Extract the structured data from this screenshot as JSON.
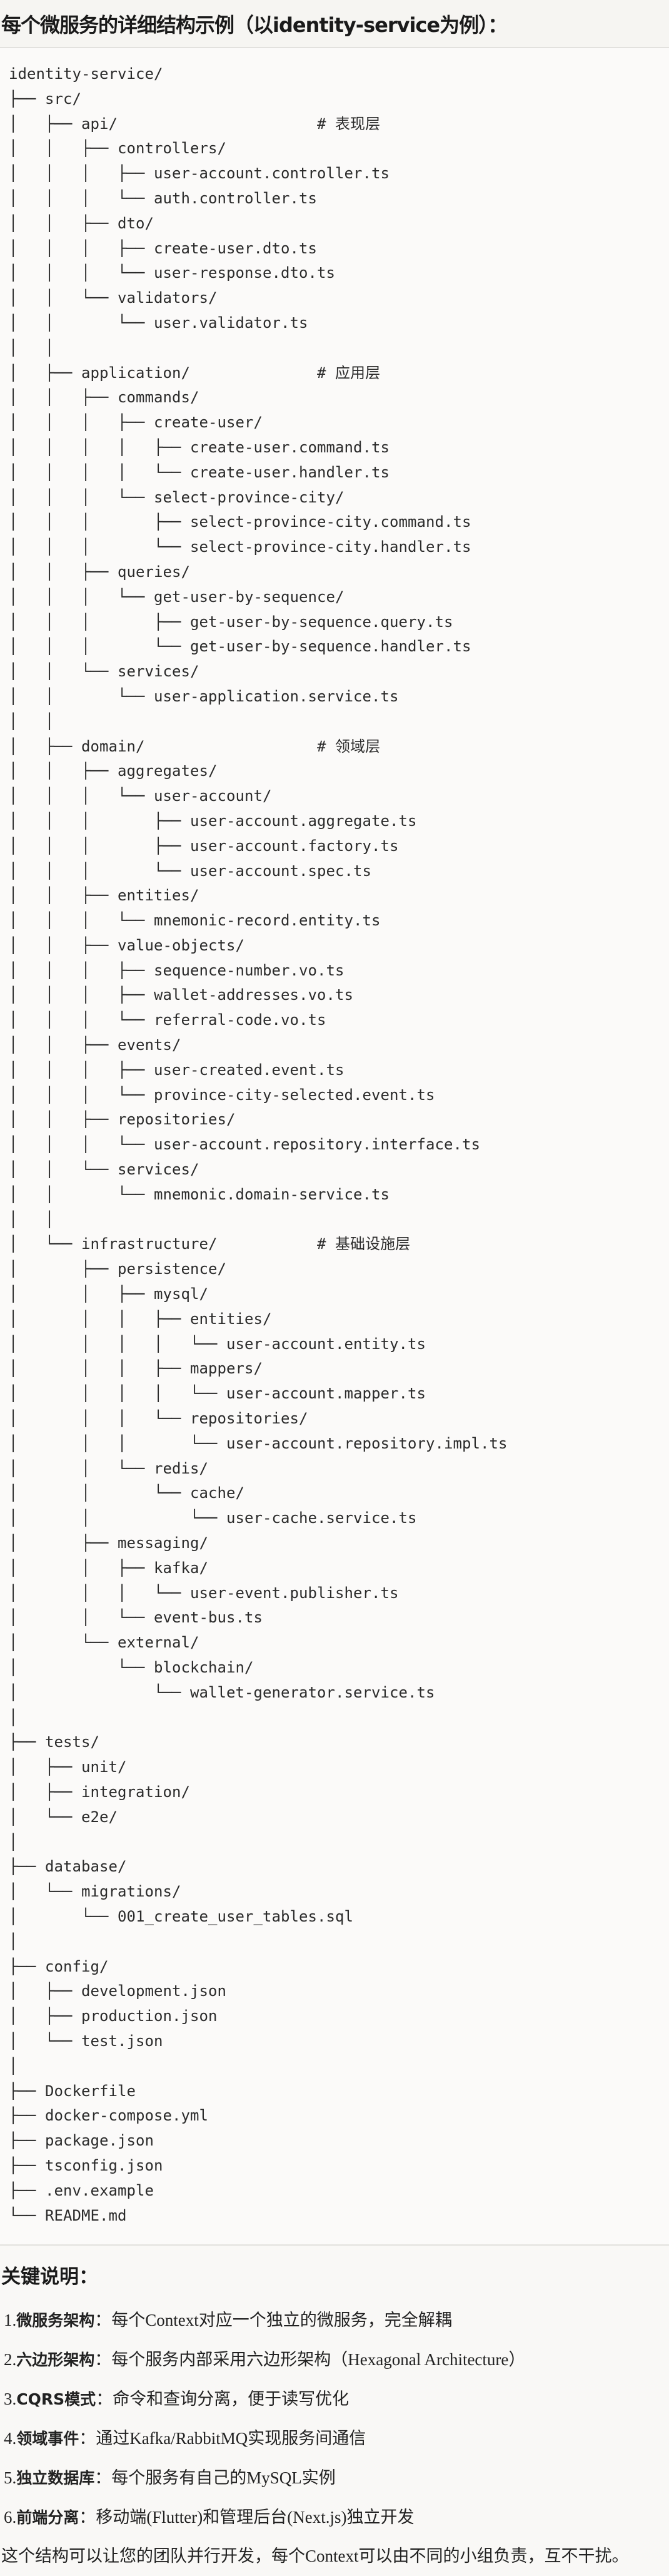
{
  "title": "每个微服务的详细结构示例（以identity-service为例）：",
  "tree_lines": [
    "identity-service/",
    "├── src/",
    "│   ├── api/                      # 表现层",
    "│   │   ├── controllers/",
    "│   │   │   ├── user-account.controller.ts",
    "│   │   │   └── auth.controller.ts",
    "│   │   ├── dto/",
    "│   │   │   ├── create-user.dto.ts",
    "│   │   │   └── user-response.dto.ts",
    "│   │   └── validators/",
    "│   │       └── user.validator.ts",
    "│   │",
    "│   ├── application/              # 应用层",
    "│   │   ├── commands/",
    "│   │   │   ├── create-user/",
    "│   │   │   │   ├── create-user.command.ts",
    "│   │   │   │   └── create-user.handler.ts",
    "│   │   │   └── select-province-city/",
    "│   │   │       ├── select-province-city.command.ts",
    "│   │   │       └── select-province-city.handler.ts",
    "│   │   ├── queries/",
    "│   │   │   └── get-user-by-sequence/",
    "│   │   │       ├── get-user-by-sequence.query.ts",
    "│   │   │       └── get-user-by-sequence.handler.ts",
    "│   │   └── services/",
    "│   │       └── user-application.service.ts",
    "│   │",
    "│   ├── domain/                   # 领域层",
    "│   │   ├── aggregates/",
    "│   │   │   └── user-account/",
    "│   │   │       ├── user-account.aggregate.ts",
    "│   │   │       ├── user-account.factory.ts",
    "│   │   │       └── user-account.spec.ts",
    "│   │   ├── entities/",
    "│   │   │   └── mnemonic-record.entity.ts",
    "│   │   ├── value-objects/",
    "│   │   │   ├── sequence-number.vo.ts",
    "│   │   │   ├── wallet-addresses.vo.ts",
    "│   │   │   └── referral-code.vo.ts",
    "│   │   ├── events/",
    "│   │   │   ├── user-created.event.ts",
    "│   │   │   └── province-city-selected.event.ts",
    "│   │   ├── repositories/",
    "│   │   │   └── user-account.repository.interface.ts",
    "│   │   └── services/",
    "│   │       └── mnemonic.domain-service.ts",
    "│   │",
    "│   └── infrastructure/           # 基础设施层",
    "│       ├── persistence/",
    "│       │   ├── mysql/",
    "│       │   │   ├── entities/",
    "│       │   │   │   └── user-account.entity.ts",
    "│       │   │   ├── mappers/",
    "│       │   │   │   └── user-account.mapper.ts",
    "│       │   │   └── repositories/",
    "│       │   │       └── user-account.repository.impl.ts",
    "│       │   └── redis/",
    "│       │       └── cache/",
    "│       │           └── user-cache.service.ts",
    "│       ├── messaging/",
    "│       │   ├── kafka/",
    "│       │   │   └── user-event.publisher.ts",
    "│       │   └── event-bus.ts",
    "│       └── external/",
    "│           └── blockchain/",
    "│               └── wallet-generator.service.ts",
    "│",
    "├── tests/",
    "│   ├── unit/",
    "│   ├── integration/",
    "│   └── e2e/",
    "│",
    "├── database/",
    "│   └── migrations/",
    "│       └── 001_create_user_tables.sql",
    "│",
    "├── config/",
    "│   ├── development.json",
    "│   ├── production.json",
    "│   └── test.json",
    "│",
    "├── Dockerfile",
    "├── docker-compose.yml",
    "├── package.json",
    "├── tsconfig.json",
    "├── .env.example",
    "└── README.md"
  ],
  "notes": {
    "heading": "关键说明：",
    "items": [
      {
        "num": "1.",
        "label": "微服务架构",
        "sep": "：",
        "text": "每个Context对应一个独立的微服务，完全解耦"
      },
      {
        "num": "2.",
        "label": "六边形架构",
        "sep": "：",
        "text": "每个服务内部采用六边形架构（Hexagonal Architecture）"
      },
      {
        "num": "3.",
        "label": "CQRS模式",
        "sep": "：",
        "text": "命令和查询分离，便于读写优化"
      },
      {
        "num": "4.",
        "label": "领域事件",
        "sep": "：",
        "text": "通过Kafka/RabbitMQ实现服务间通信"
      },
      {
        "num": "5.",
        "label": "独立数据库",
        "sep": "：",
        "text": "每个服务有自己的MySQL实例"
      },
      {
        "num": "6.",
        "label": "前端分离",
        "sep": "：",
        "text": "移动端(Flutter)和管理后台(Next.js)独立开发"
      }
    ],
    "summary": "这个结构可以让您的团队并行开发，每个Context可以由不同的小组负责，互不干扰。"
  }
}
